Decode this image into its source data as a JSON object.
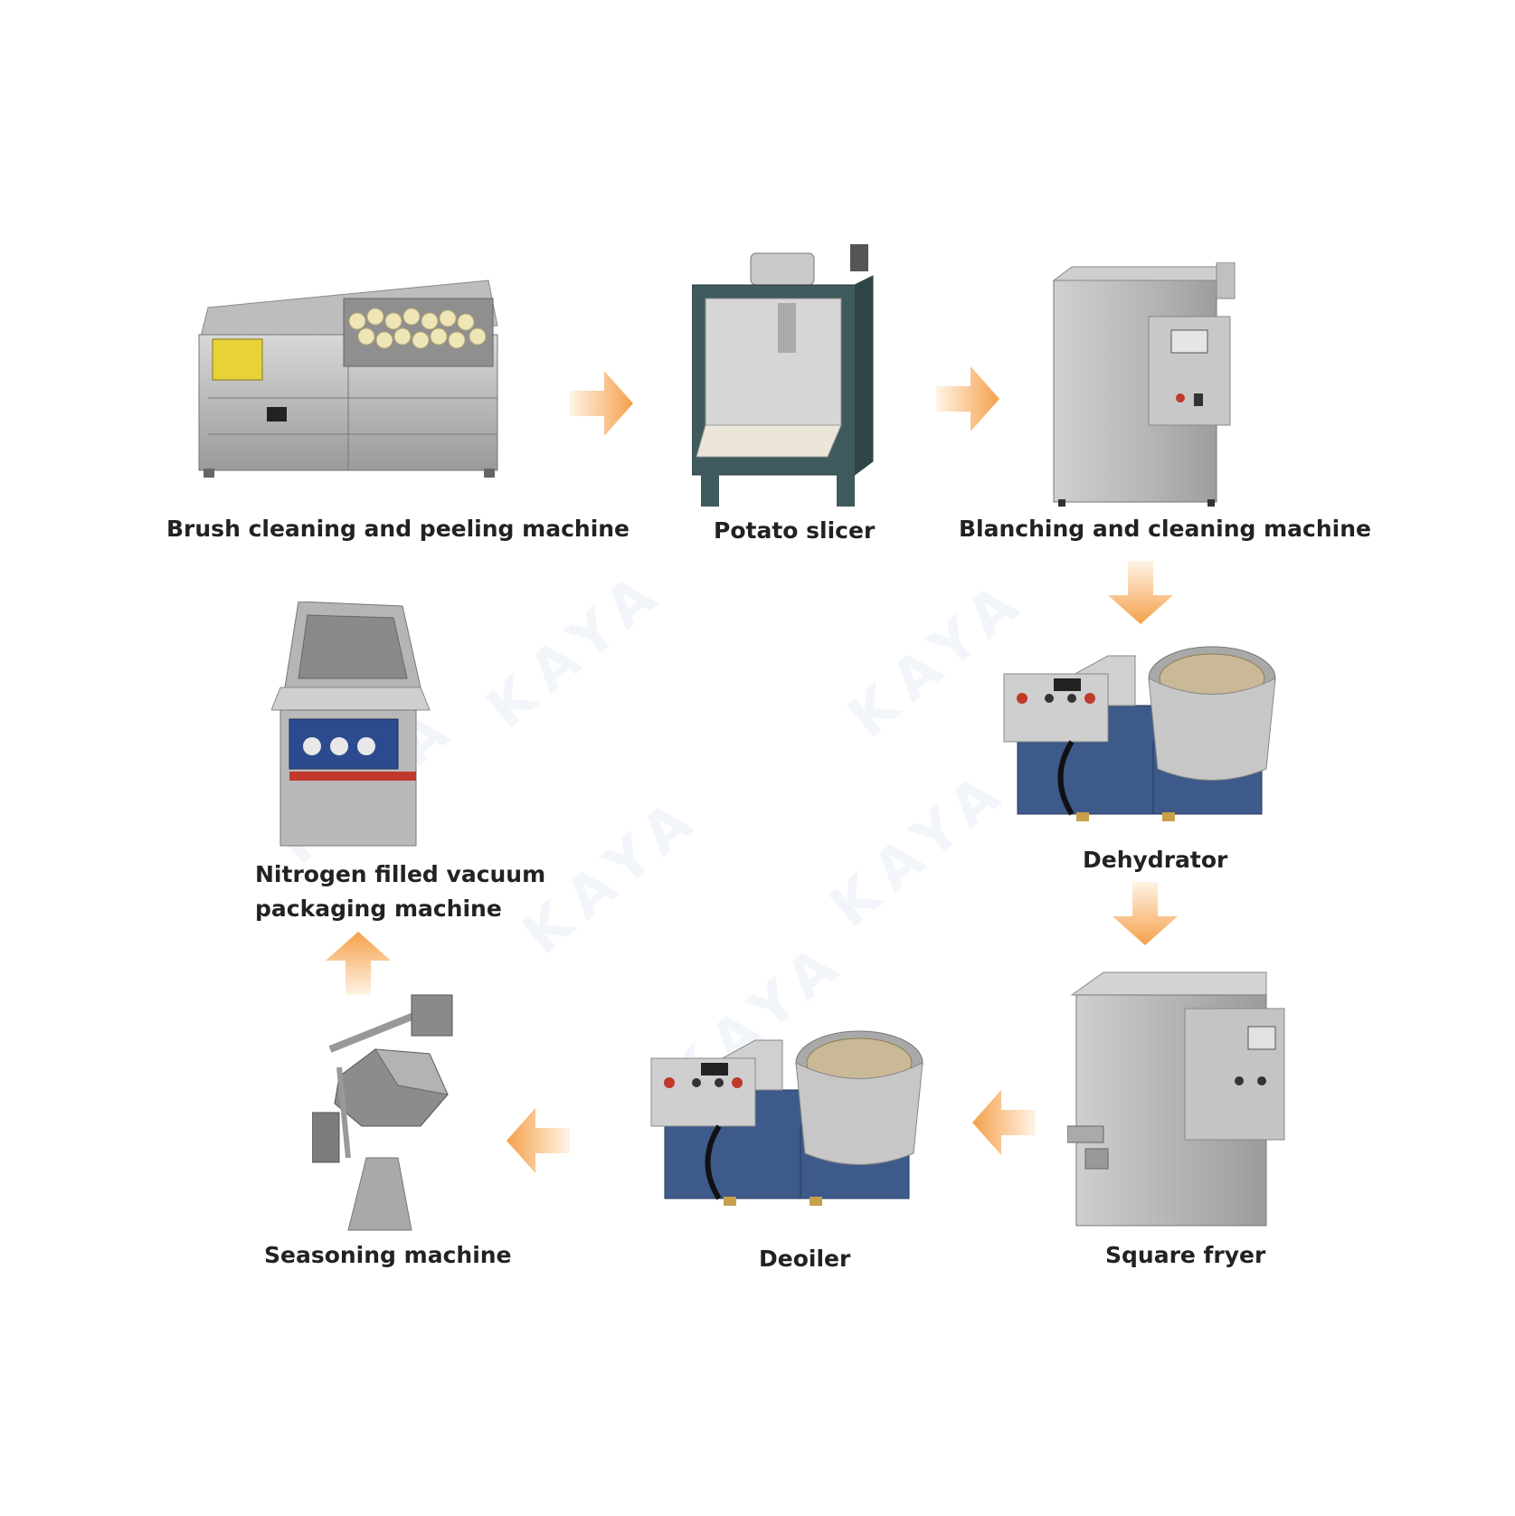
{
  "watermark": "KAYA",
  "colors": {
    "arrow_start": "#fff4e6",
    "arrow_end": "#f5a04b",
    "steel": "#c4c4c4",
    "steel_dark": "#8a8a8a",
    "blue_panel": "#3d5a8a",
    "text": "#222222"
  },
  "steps": [
    {
      "id": "brush-peeler",
      "label": "Brush cleaning and peeling machine"
    },
    {
      "id": "potato-slicer",
      "label": "Potato slicer"
    },
    {
      "id": "blancher",
      "label": "Blanching and cleaning machine"
    },
    {
      "id": "dehydrator",
      "label": "Dehydrator"
    },
    {
      "id": "square-fryer",
      "label": "Square fryer"
    },
    {
      "id": "deoiler",
      "label": "Deoiler"
    },
    {
      "id": "seasoning",
      "label": "Seasoning machine"
    },
    {
      "id": "packaging",
      "label_line1": "Nitrogen filled vacuum",
      "label_line2": "packaging machine"
    }
  ]
}
